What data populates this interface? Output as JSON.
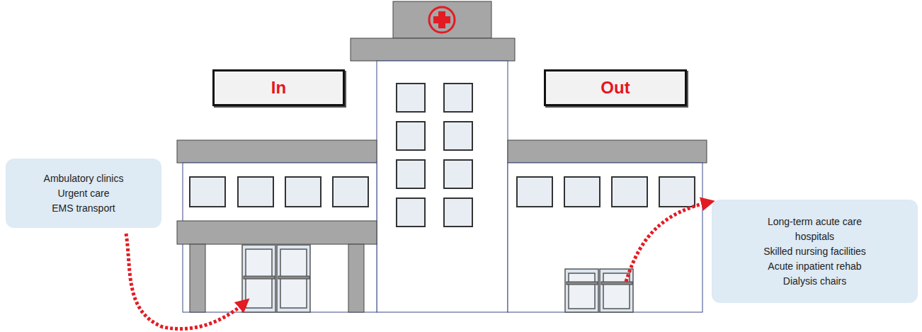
{
  "diagram": {
    "nodes": [
      {
        "text": [
          "In"
        ]
      },
      {
        "text": [
          "Out"
        ]
      },
      {
        "text": [
          "Ambulatory clinics",
          "Urgent care",
          "EMS transport"
        ]
      },
      {
        "text": [
          "Long-term acute care hospitals",
          "Skilled nursing facilities",
          "Acute inpatient rehab",
          "Dialysis chairs"
        ]
      }
    ]
  }
}
